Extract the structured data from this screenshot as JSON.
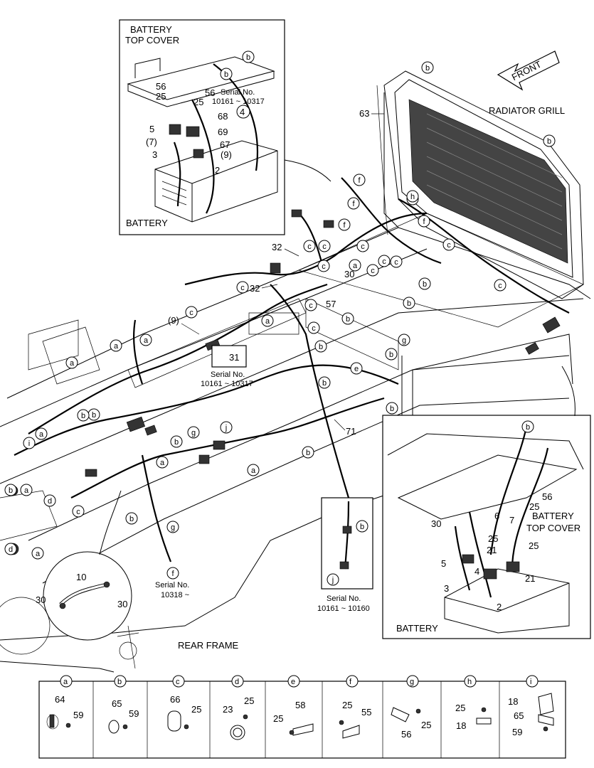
{
  "callouts": {
    "front": "FRONT",
    "radiator_grill": "RADIATOR GRILL",
    "rear_frame": "REAR FRAME",
    "battery_top_cover_inset1": "BATTERY\nTOP COVER",
    "battery_inset1": "BATTERY",
    "battery_top_cover_inset2": "BATTERY\nTOP COVER",
    "battery_inset2": "BATTERY",
    "serial_a": "Serial No.",
    "serial_a_range": "10161 ~ 10317",
    "serial_b": "Serial No.",
    "serial_b_range": "10161 ~ 10317",
    "serial_c": "Serial No.",
    "serial_c_range": "10318 ~",
    "serial_d": "Serial No.",
    "serial_d_range": "10161 ~ 10160"
  },
  "part_numbers": [
    "2",
    "3",
    "4",
    "5",
    "6",
    "7",
    "9",
    "10",
    "21",
    "25",
    "30",
    "31",
    "32",
    "56",
    "57",
    "58",
    "59",
    "63",
    "64",
    "65",
    "66",
    "67",
    "68",
    "69",
    "71",
    "18",
    "23",
    "55"
  ],
  "clamp_legend": [
    {
      "key": "a",
      "parts": [
        "64",
        "59"
      ]
    },
    {
      "key": "b",
      "parts": [
        "65",
        "59"
      ]
    },
    {
      "key": "c",
      "parts": [
        "66",
        "25"
      ]
    },
    {
      "key": "d",
      "parts": [
        "23",
        "25"
      ]
    },
    {
      "key": "e",
      "parts": [
        "25",
        "58"
      ]
    },
    {
      "key": "f",
      "parts": [
        "25",
        "55"
      ]
    },
    {
      "key": "g",
      "parts": [
        "56",
        "25"
      ]
    },
    {
      "key": "h",
      "parts": [
        "25",
        "18"
      ]
    },
    {
      "key": "i",
      "parts": [
        "18",
        "65",
        "59"
      ]
    }
  ]
}
